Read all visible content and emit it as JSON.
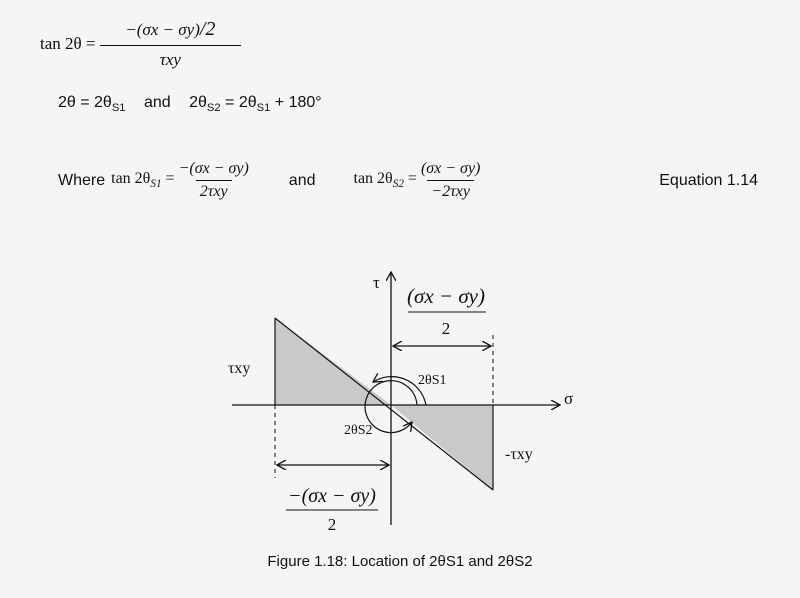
{
  "eq1": {
    "lhs": "tan 2θ =",
    "num": "−(σx − σy)",
    "num_div": "/2",
    "den": "τxy"
  },
  "eq2": {
    "text_a": "2θ = 2θ",
    "sub_a": "S1",
    "and": "and",
    "text_b": "2θ",
    "sub_b": "S2",
    "eq": " = 2θ",
    "sub_c": "S1",
    "tail": " + 180°"
  },
  "eq3": {
    "where": "Where",
    "lhs1": "tan 2θ",
    "lhs1_sub": "S1",
    "num1": "−(σx − σy)",
    "den1": "2τxy",
    "and": "and",
    "lhs2": "tan 2θ",
    "lhs2_sub": "S2",
    "num2": "(σx − σy)",
    "den2": "−2τxy",
    "label": "Equation 1.14"
  },
  "figure": {
    "tau_axis": "τ",
    "sigma_axis": "σ",
    "top_num": "(σx − σy)",
    "top_den": "2",
    "tau_xy": "τxy",
    "neg_tau_xy": "-τxy",
    "angle1": "2θS1",
    "angle2": "2θS2",
    "bottom_num": "−(σx − σy)",
    "bottom_den": "2",
    "fill_color": "#c9c9c7",
    "caption": "Figure 1.18: Location of 2θS1 and 2θS2"
  }
}
